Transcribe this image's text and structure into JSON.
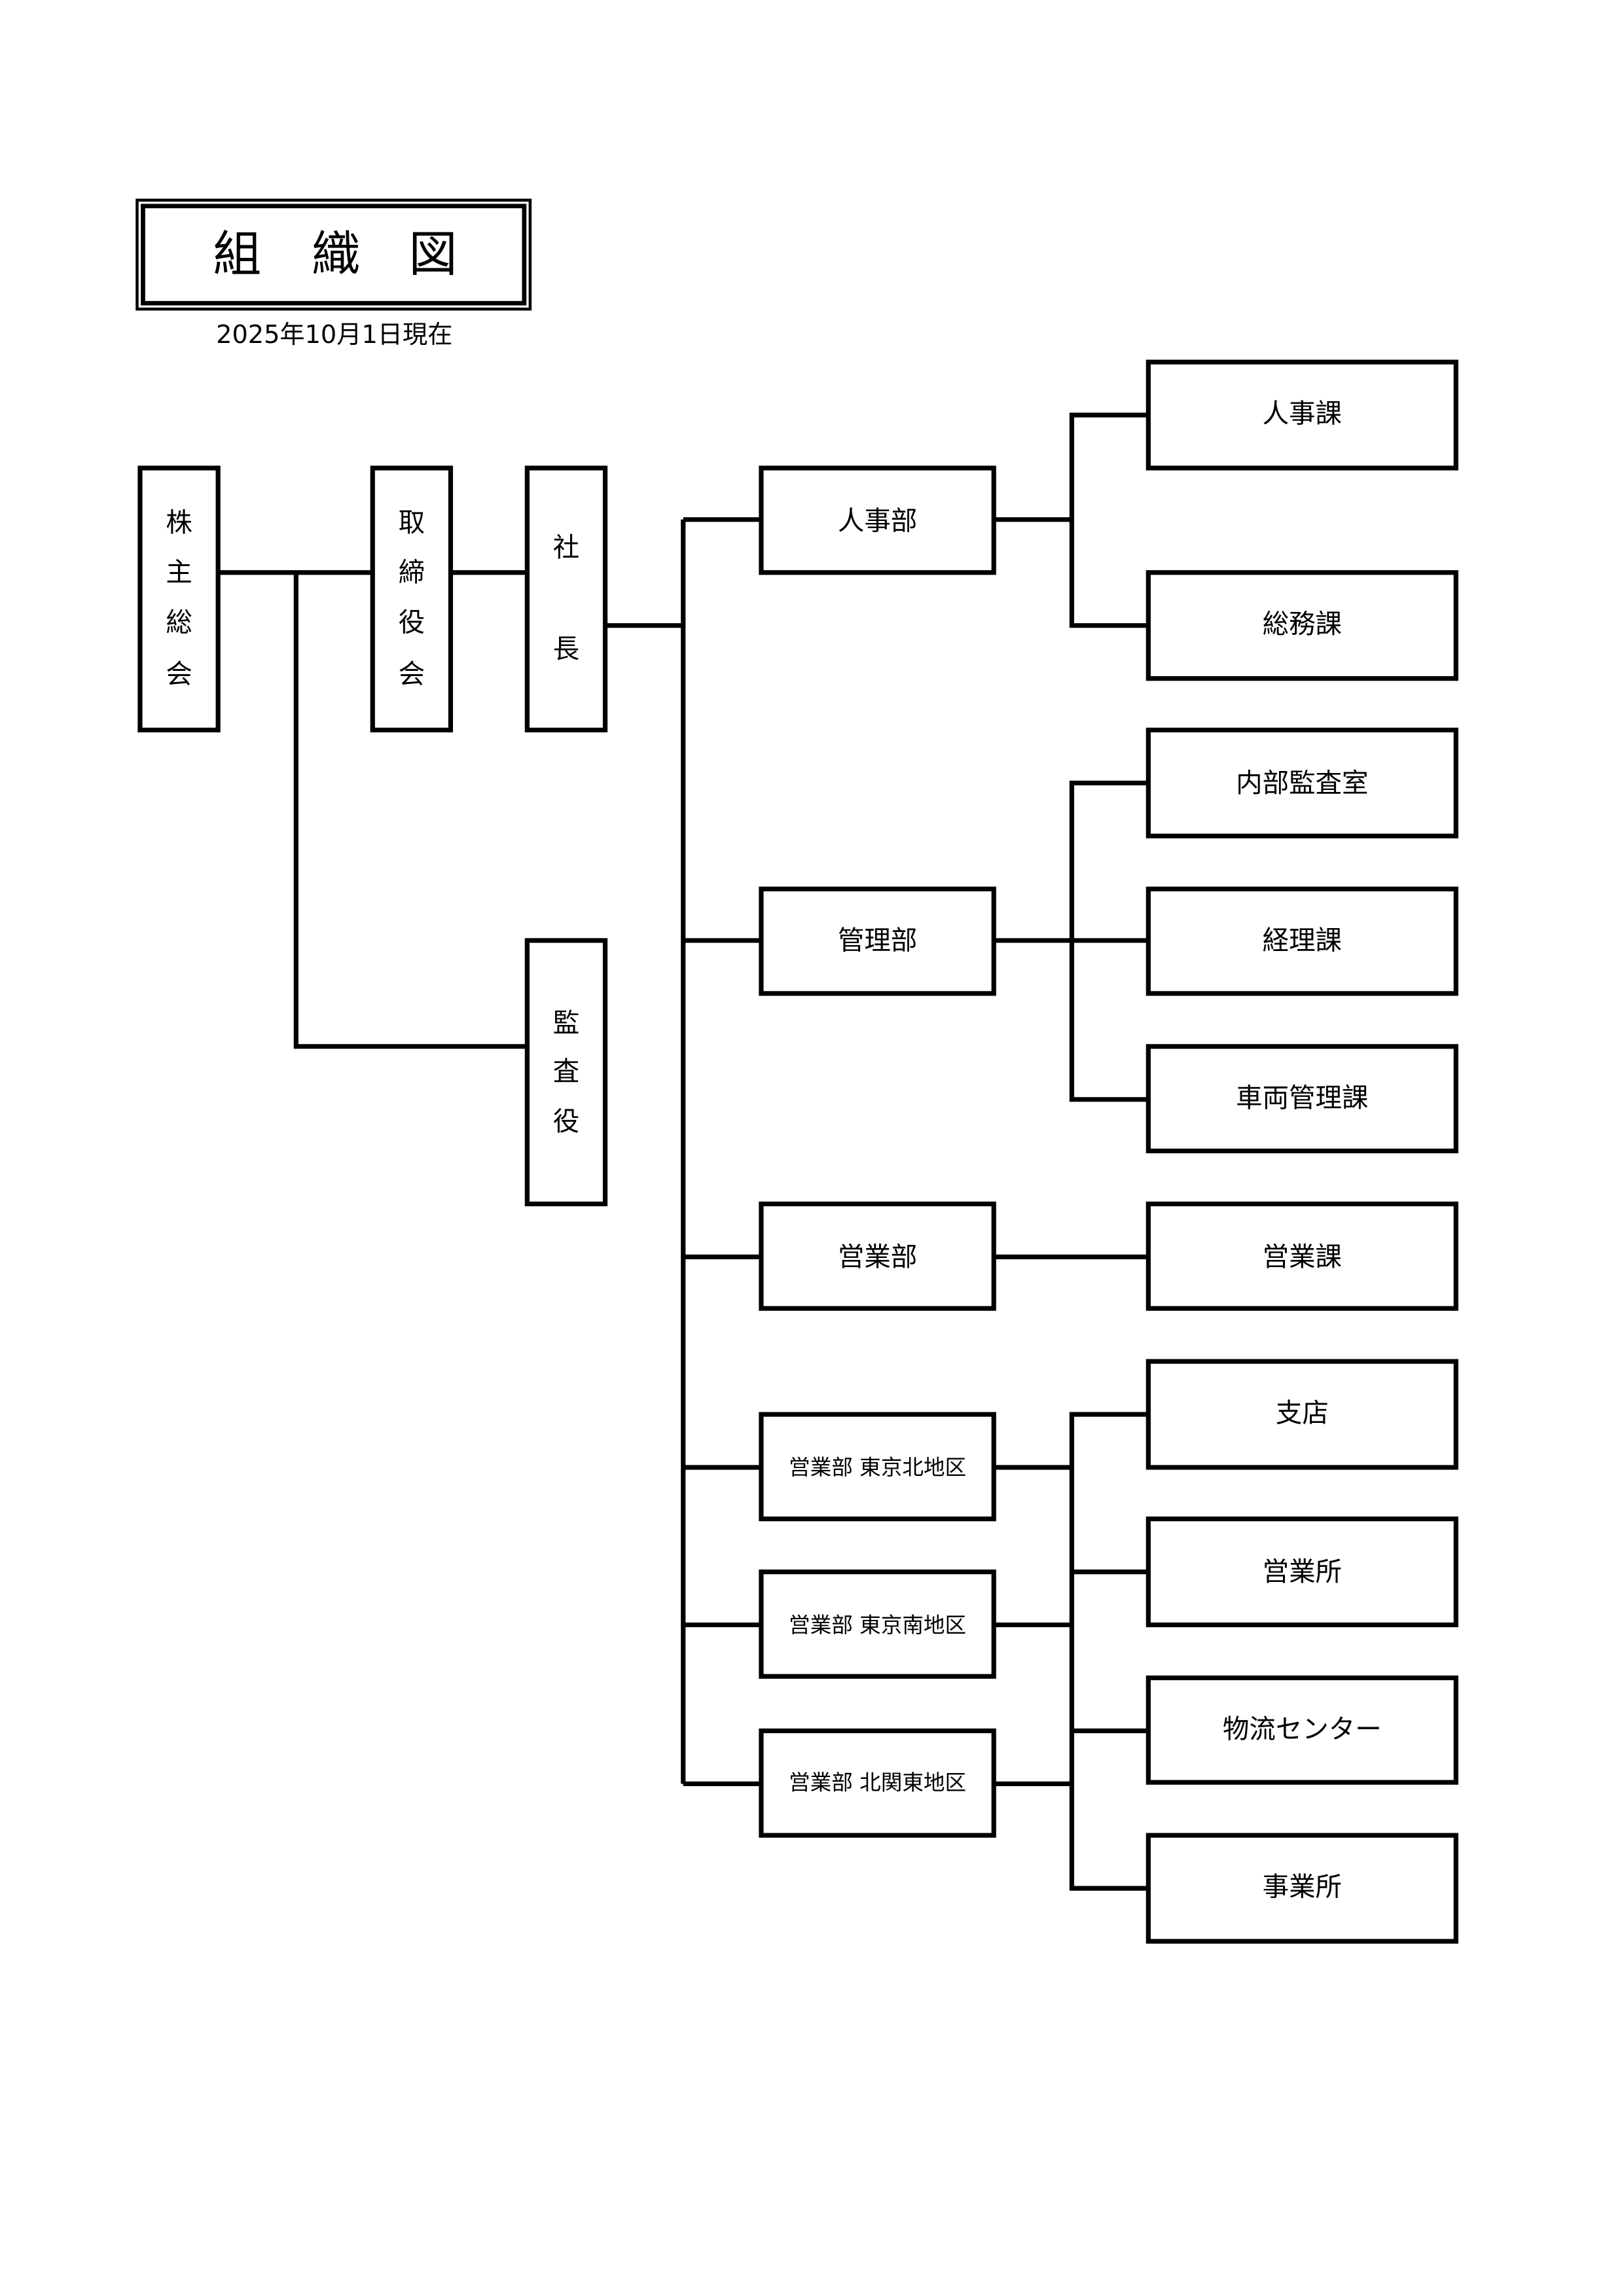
{
  "title": "組 織 図",
  "title_chars": [
    "組",
    "織",
    "図"
  ],
  "as_of_date": "2025年10月1日現在",
  "nodes": {
    "shareholders_meeting": {
      "label": "株主総会",
      "chars": [
        "株",
        "主",
        "総",
        "会"
      ]
    },
    "board_of_directors": {
      "label": "取締役会",
      "chars": [
        "取",
        "締",
        "役",
        "会"
      ]
    },
    "president": {
      "label": "社長",
      "chars": [
        "社",
        "長"
      ]
    },
    "auditor": {
      "label": "監査役",
      "chars": [
        "監",
        "査",
        "役"
      ]
    },
    "departments": [
      {
        "label": "人事部",
        "sections": [
          "人事課",
          "総務課"
        ]
      },
      {
        "label": "管理部",
        "sections": [
          "内部監査室",
          "経理課",
          "車両管理課"
        ]
      },
      {
        "label": "営業部",
        "sections": [
          "営業課"
        ]
      },
      {
        "label": "営業部 東京北地区",
        "sections": []
      },
      {
        "label": "営業部 東京南地区",
        "sections": []
      },
      {
        "label": "営業部 北関東地区",
        "sections": []
      }
    ],
    "regional_sections": [
      "支店",
      "営業所",
      "物流センター",
      "事業所"
    ]
  }
}
